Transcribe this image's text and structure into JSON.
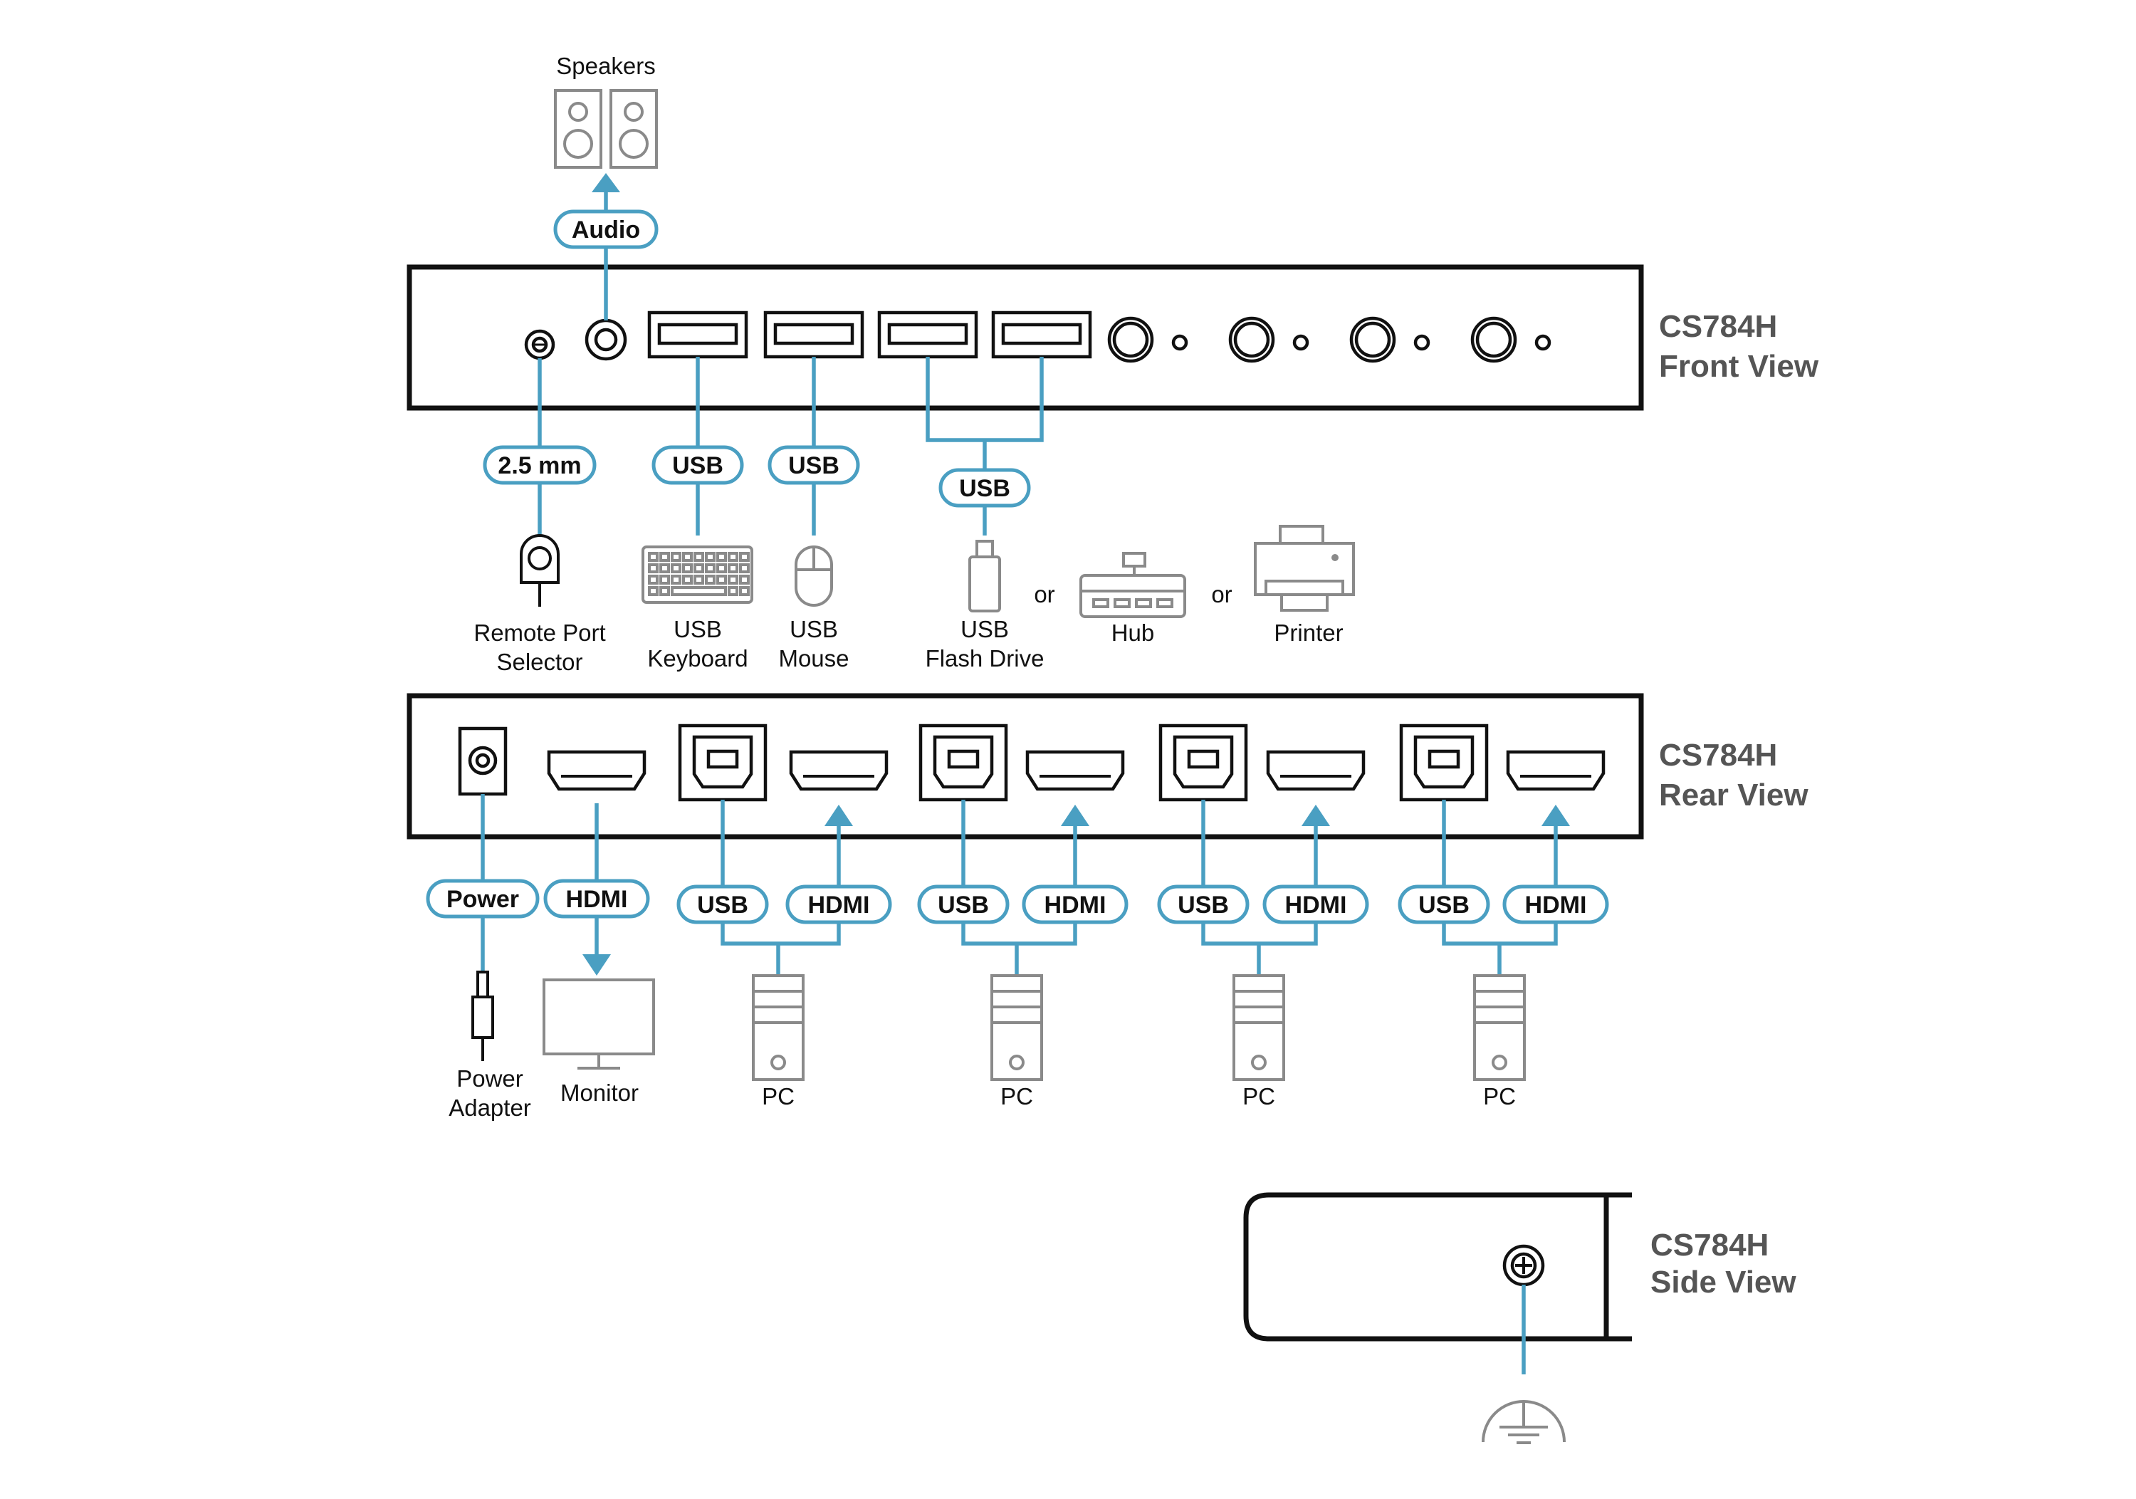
{
  "front": {
    "heading_model": "CS784H",
    "heading_view": "Front View",
    "audio_pill": "Audio",
    "speakers_label": "Speakers",
    "remote_pill": "2.5 mm",
    "remote_label_1": "Remote Port",
    "remote_label_2": "Selector",
    "keyboard_pill": "USB",
    "keyboard_label_1": "USB",
    "keyboard_label_2": "Keyboard",
    "mouse_pill": "USB",
    "mouse_label_1": "USB",
    "mouse_label_2": "Mouse",
    "hub_pill": "USB",
    "flash_label_1": "USB",
    "flash_label_2": "Flash Drive",
    "or_1": "or",
    "hub_label": "Hub",
    "or_2": "or",
    "printer_label": "Printer"
  },
  "rear": {
    "heading_model": "CS784H",
    "heading_view": "Rear View",
    "power_pill": "Power",
    "power_label_1": "Power",
    "power_label_2": "Adapter",
    "monitor_pill": "HDMI",
    "monitor_label": "Monitor",
    "pcs": [
      {
        "usb_pill": "USB",
        "hdmi_pill": "HDMI",
        "label": "PC"
      },
      {
        "usb_pill": "USB",
        "hdmi_pill": "HDMI",
        "label": "PC"
      },
      {
        "usb_pill": "USB",
        "hdmi_pill": "HDMI",
        "label": "PC"
      },
      {
        "usb_pill": "USB",
        "hdmi_pill": "HDMI",
        "label": "PC"
      }
    ]
  },
  "side": {
    "heading_model": "CS784H",
    "heading_view": "Side View"
  },
  "colors": {
    "cable": "#4a9fc2",
    "outline": "#111111",
    "device": "#8a8a8a",
    "heading": "#555555"
  },
  "icons": [
    "speakers-icon",
    "remote-selector-icon",
    "keyboard-icon",
    "mouse-icon",
    "flash-drive-icon",
    "hub-icon",
    "printer-icon",
    "power-adapter-icon",
    "monitor-icon",
    "pc-tower-icon",
    "ground-icon",
    "ground-screw-icon"
  ]
}
